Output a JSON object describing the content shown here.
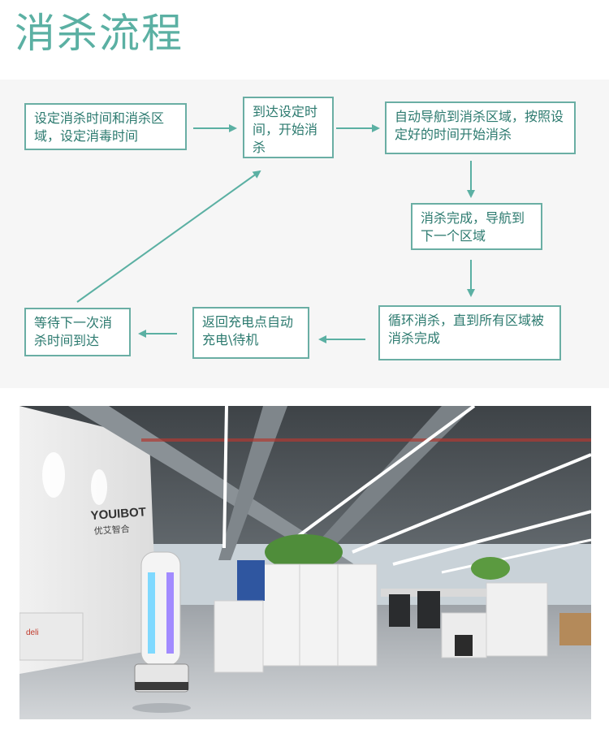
{
  "title": "消杀流程",
  "colors": {
    "accent": "#5bb0a3",
    "box_border": "#6aaea4",
    "box_text": "#2c7a6f"
  },
  "steps": [
    {
      "text": "设定消杀时间和消杀区域，设定消毒时间"
    },
    {
      "text": "到达设定时间，开始消杀"
    },
    {
      "text": "自动导航到消杀区域，按照设定好的时间开始消杀"
    },
    {
      "text": "消杀完成，导航到下一个区域"
    },
    {
      "text": "循环消杀，直到所有区域被消杀完成"
    },
    {
      "text": "返回充电点自动充电\\待机"
    },
    {
      "text": "等待下一次消杀时间到达"
    }
  ],
  "photo": {
    "wall_logo": "YOUIBOT",
    "wall_logo_cn": "优艾智合",
    "equipment_brand": "deli"
  }
}
